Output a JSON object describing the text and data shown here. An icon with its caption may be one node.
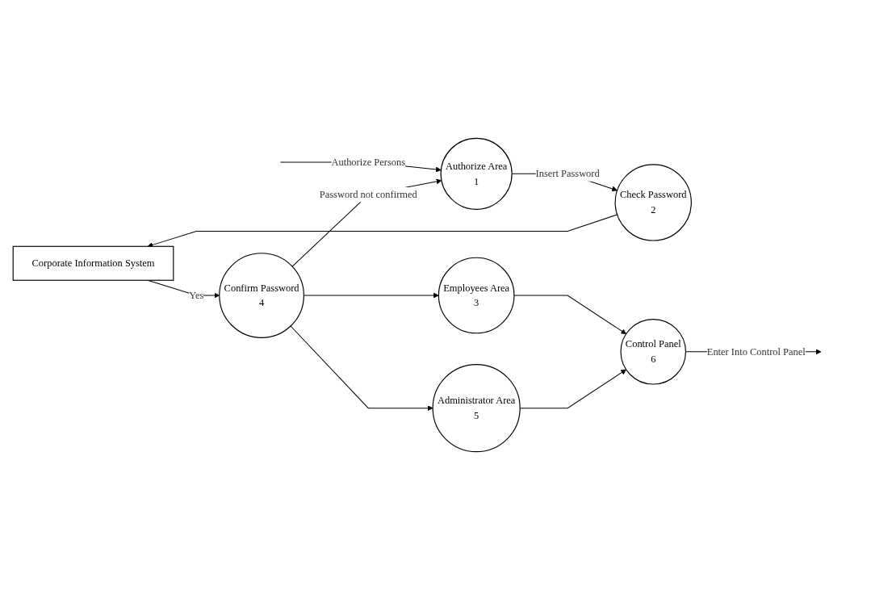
{
  "diagram": {
    "nodes": [
      {
        "text": [
          "Corporate Information System"
        ]
      },
      {
        "text": [
          "Authorize Area",
          "1"
        ]
      },
      {
        "text": [
          "Check Password",
          "2"
        ]
      },
      {
        "text": [
          "Confirm Password",
          "4"
        ]
      },
      {
        "text": [
          "Employees Area",
          "3"
        ]
      },
      {
        "text": [
          "Administrator Area",
          "5"
        ]
      },
      {
        "text": [
          "Control Panel",
          "6"
        ]
      }
    ],
    "edges": [
      {
        "from": null,
        "to": 1,
        "arrow": "to",
        "label": "Authorize Persons"
      },
      {
        "from": 1,
        "to": 2,
        "arrow": "to",
        "label": "Insert Password"
      },
      {
        "from": 2,
        "to": 0,
        "arrow": "to"
      },
      {
        "from": 0,
        "to": 3,
        "arrow": "to",
        "label": "Yes"
      },
      {
        "from": 3,
        "to": 1,
        "arrow": "to",
        "label": "Password not confirmed"
      },
      {
        "from": 3,
        "to": 4,
        "arrow": "to"
      },
      {
        "from": 3,
        "to": 5,
        "arrow": "to"
      },
      {
        "from": 4,
        "to": 6,
        "arrow": "to"
      },
      {
        "from": 5,
        "to": 6,
        "arrow": "to"
      },
      {
        "from": 6,
        "to": null,
        "arrow": "to",
        "label": "Enter Into Control Panel"
      }
    ]
  }
}
